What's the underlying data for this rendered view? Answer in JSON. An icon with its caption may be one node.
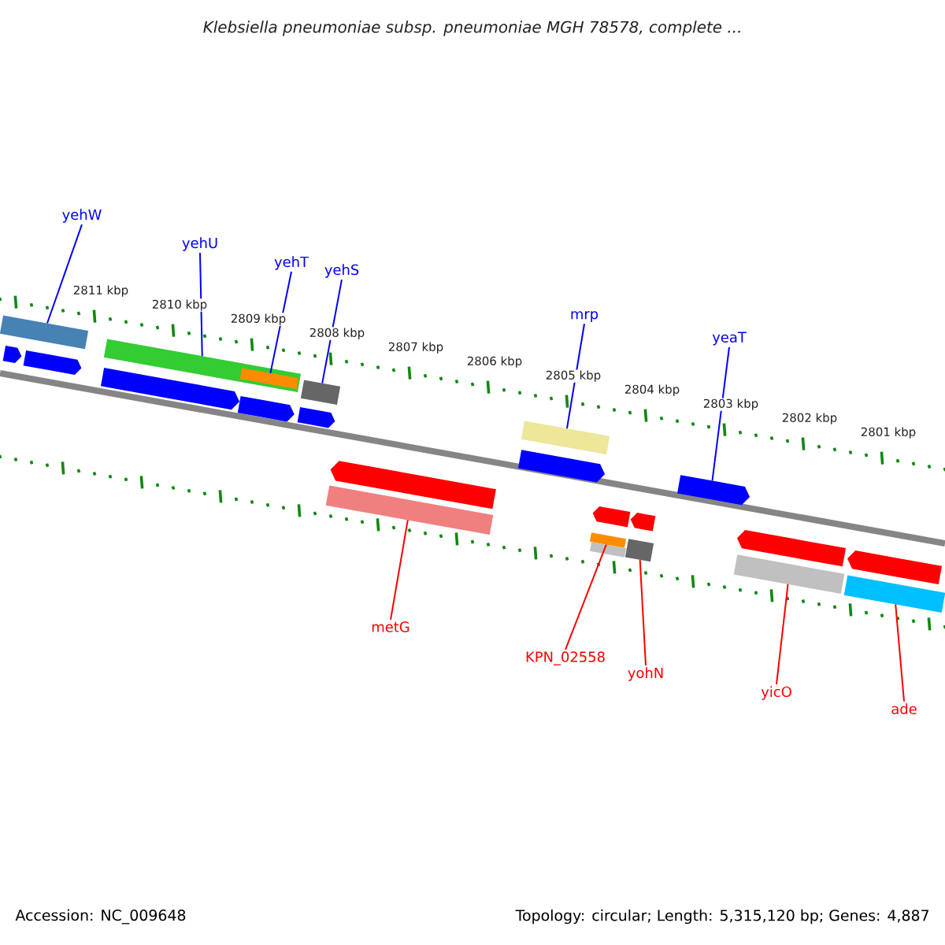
{
  "diagram": {
    "title": "Klebsiella pneumoniae subsp. pneumoniae MGH 78578, complete ...",
    "nodes": [
      {
        "text": [
          "yehW"
        ]
      },
      {
        "text": [
          "yehU"
        ]
      },
      {
        "text": [
          "yehT"
        ]
      },
      {
        "text": [
          "yehS"
        ]
      },
      {
        "text": [
          "mrp"
        ]
      },
      {
        "text": [
          "yeaT"
        ]
      },
      {
        "text": [
          "metG"
        ]
      },
      {
        "text": [
          "KPN_02558"
        ]
      },
      {
        "text": [
          "yohN"
        ]
      },
      {
        "text": [
          "yicO"
        ]
      },
      {
        "text": [
          "ade"
        ]
      },
      {
        "text": [],
        "shape": "bar"
      },
      {
        "text": [],
        "shape": "arrow"
      },
      {
        "text": [],
        "shape": "arrow"
      },
      {
        "text": [],
        "shape": "bar"
      },
      {
        "text": [],
        "shape": "bar",
        "in": 14
      },
      {
        "text": [],
        "shape": "arrow"
      },
      {
        "text": [],
        "shape": "arrow"
      },
      {
        "text": [],
        "shape": "bar"
      },
      {
        "text": [],
        "shape": "arrow"
      },
      {
        "text": [],
        "shape": "bar"
      },
      {
        "text": [],
        "shape": "arrow"
      },
      {
        "text": [],
        "shape": "arrow"
      },
      {
        "text": [],
        "shape": "arrow"
      },
      {
        "text": [],
        "shape": "bar"
      },
      {
        "text": [],
        "shape": "arrow"
      },
      {
        "text": [],
        "shape": "arrow"
      },
      {
        "text": [],
        "shape": "bar"
      },
      {
        "text": [],
        "shape": "bar"
      },
      {
        "text": [],
        "shape": "bar"
      },
      {
        "text": [],
        "shape": "arrow"
      },
      {
        "text": [],
        "shape": "arrow"
      },
      {
        "text": [],
        "shape": "bar"
      },
      {
        "text": [],
        "shape": "bar"
      }
    ],
    "edges": [
      {
        "from": 0,
        "to": 11,
        "arrow": "none"
      },
      {
        "from": 1,
        "to": 14,
        "arrow": "none"
      },
      {
        "from": 2,
        "to": 15,
        "arrow": "none"
      },
      {
        "from": 3,
        "to": 18,
        "arrow": "none"
      },
      {
        "from": 4,
        "to": 20,
        "arrow": "none"
      },
      {
        "from": 5,
        "to": 22,
        "arrow": "none"
      },
      {
        "from": 6,
        "to": 24,
        "arrow": "none",
        "color": "#ff0000"
      },
      {
        "from": 7,
        "to": 27,
        "arrow": "none",
        "color": "#ff0000"
      },
      {
        "from": 8,
        "to": 29,
        "arrow": "none",
        "color": "#ff0000"
      },
      {
        "from": 9,
        "to": 32,
        "arrow": "none",
        "color": "#ff0000"
      },
      {
        "from": 10,
        "to": 33,
        "arrow": "none",
        "color": "#ff0000"
      }
    ],
    "labels": [
      "2811 kbp",
      "2810 kbp",
      "2809 kbp",
      "2808 kbp",
      "2807 kbp",
      "2806 kbp",
      "2805 kbp",
      "2804 kbp",
      "2803 kbp",
      "2802 kbp",
      "2801 kbp",
      "Accession: NC_009648",
      "Topology: circular; Length: 5,315,120 bp; Genes: 4,887"
    ]
  }
}
